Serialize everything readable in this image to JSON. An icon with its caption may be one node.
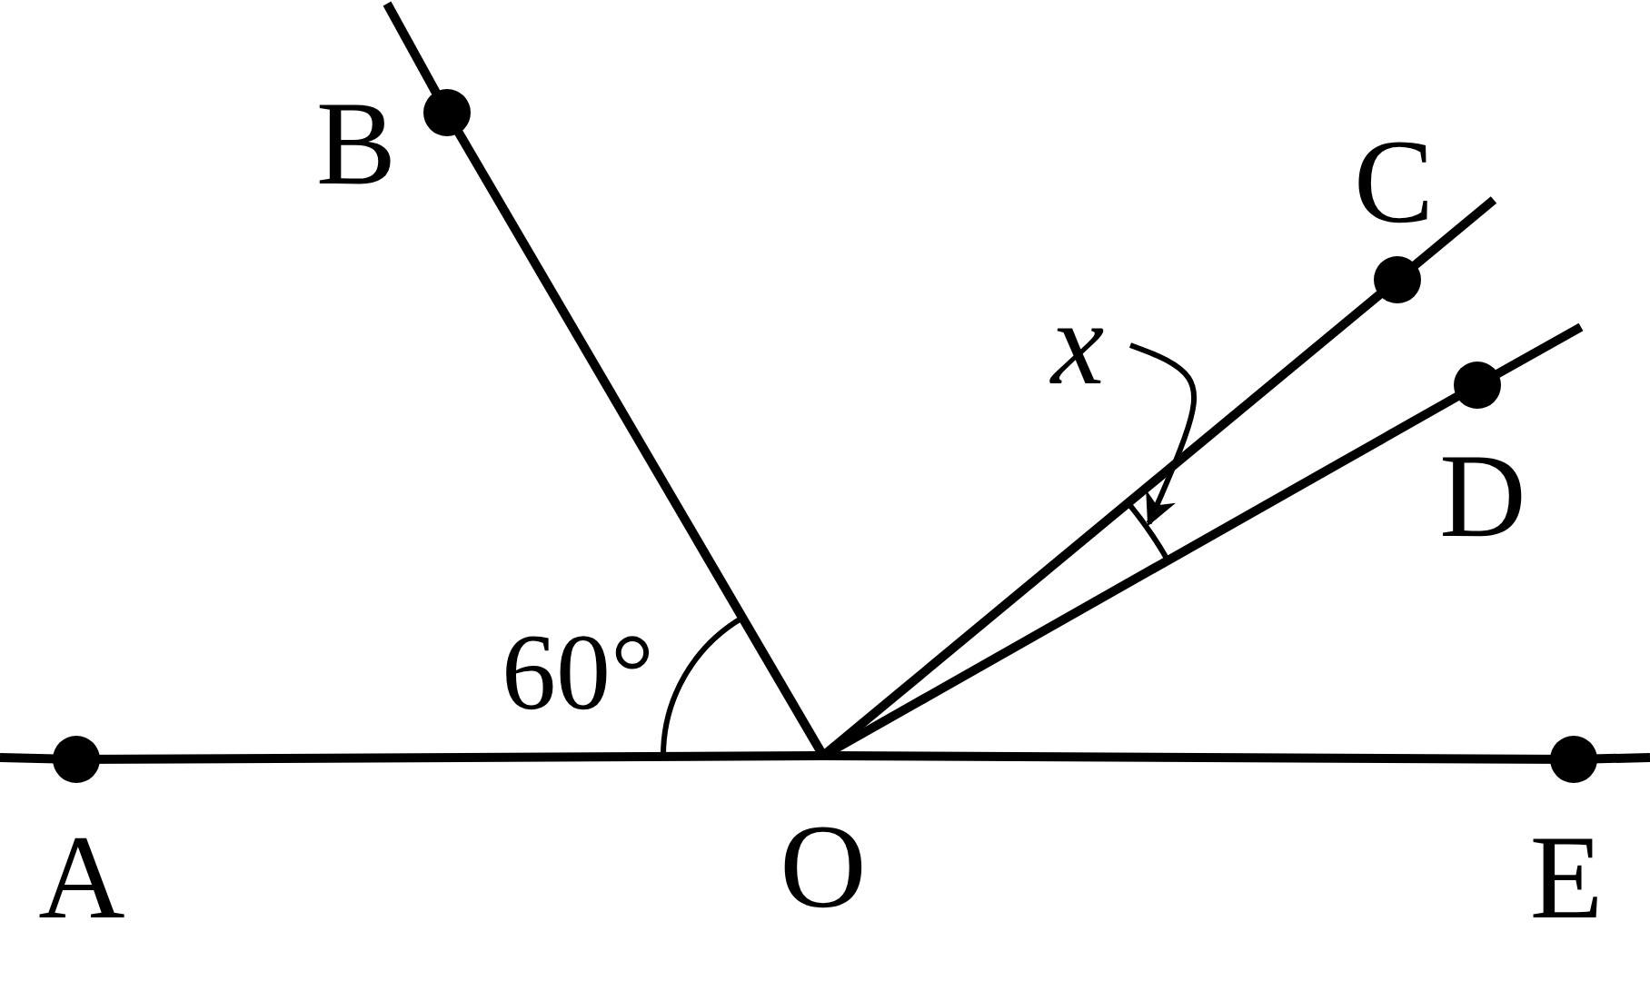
{
  "diagram": {
    "nodes": [
      {
        "text": [
          "A"
        ]
      },
      {
        "text": [
          "B"
        ]
      },
      {
        "text": [
          "C"
        ]
      },
      {
        "text": [
          "D"
        ]
      },
      {
        "text": [
          "E"
        ]
      },
      {
        "text": [
          "O"
        ]
      },
      {
        "text": [
          "x"
        ]
      },
      {
        "text": [],
        "shape": "arc"
      },
      {
        "text": [],
        "shape": "arc"
      }
    ],
    "edges": [
      {
        "from": 5,
        "to": 0,
        "arrow": "none"
      },
      {
        "from": 5,
        "to": 1,
        "arrow": "none"
      },
      {
        "from": 5,
        "to": 2,
        "arrow": "none"
      },
      {
        "from": 5,
        "to": 3,
        "arrow": "none"
      },
      {
        "from": 5,
        "to": 4,
        "arrow": "none"
      },
      {
        "from": 6,
        "to": 7,
        "arrow": "to"
      }
    ],
    "labels": [
      "60°"
    ]
  }
}
